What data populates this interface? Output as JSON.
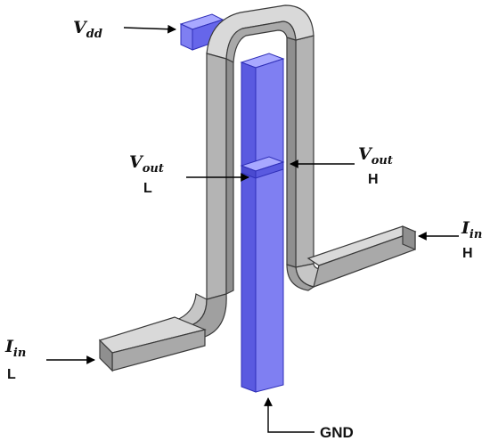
{
  "labels": {
    "vdd": {
      "main": "V",
      "sub": "dd"
    },
    "vout_l": {
      "main": "V",
      "sub": "out",
      "suffix": "L"
    },
    "vout_h": {
      "main": "V",
      "sub": "out",
      "suffix": "H"
    },
    "iin_h": {
      "main": "I",
      "sub": "in",
      "suffix": "H"
    },
    "iin_l": {
      "main": "I",
      "sub": "in",
      "suffix": "L"
    },
    "gnd": "GND"
  },
  "colors": {
    "metal_top": "#d9d9d9",
    "metal_face": "#b4b4b4",
    "metal_side": "#8f8f8f",
    "metal_edge": "#3a3a3a",
    "blue_front": "#7f7ff2",
    "blue_side": "#5a5ae0",
    "blue_top": "#a8a8ff",
    "blue_edge": "#2f2fb8",
    "arrow": "#000000"
  }
}
